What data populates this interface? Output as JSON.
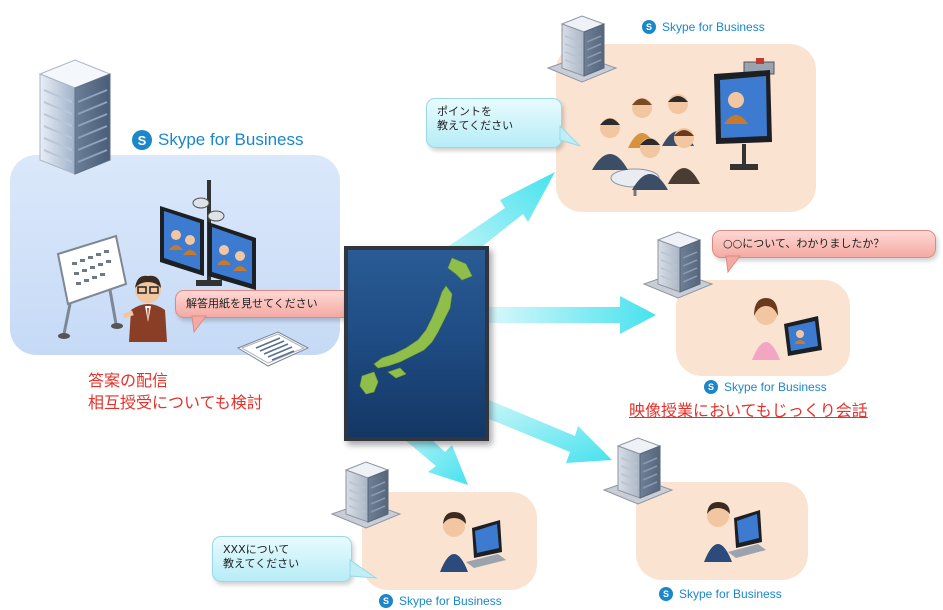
{
  "skype_label": "Skype for Business",
  "main_site": {
    "bubble": "解答用紙を見せてください",
    "caption_line1": "答案の配信",
    "caption_line2": "相互授受についても検討"
  },
  "site_top_right": {
    "bubble_line1": "ポイントを",
    "bubble_line2": "教えてください"
  },
  "site_right": {
    "bubble": "○○について、わかりましたか？",
    "caption": "映像授業においてもじっくり会話"
  },
  "site_bottom_left": {
    "bubble_line1": "XXXについて",
    "bubble_line2": "教えてください"
  },
  "colors": {
    "accent_red": "#e4312a",
    "skype_blue": "#1b87c9",
    "arrow_cyan": "#55e6ef",
    "panel_blue": "#c6daf6",
    "panel_peach": "#fbe3d2"
  }
}
